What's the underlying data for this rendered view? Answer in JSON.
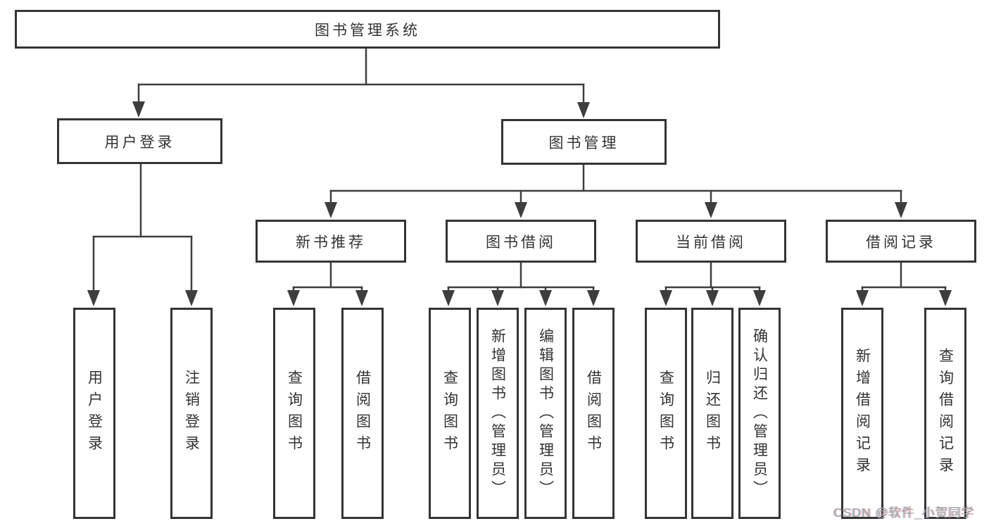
{
  "diagram": {
    "title": "图书管理系统",
    "children": [
      {
        "label": "用户登录",
        "children": [
          {
            "label": "用户登录"
          },
          {
            "label": "注销登录"
          }
        ]
      },
      {
        "label": "图书管理",
        "children": [
          {
            "label": "新书推荐",
            "children": [
              {
                "label": "查询图书"
              },
              {
                "label": "借阅图书"
              }
            ]
          },
          {
            "label": "图书借阅",
            "children": [
              {
                "label": "查询图书"
              },
              {
                "label": "新增图书（管理员）"
              },
              {
                "label": "编辑图书（管理员）"
              },
              {
                "label": "借阅图书"
              }
            ]
          },
          {
            "label": "当前借阅",
            "children": [
              {
                "label": "查询图书"
              },
              {
                "label": "归还图书"
              },
              {
                "label": "确认归还（管理员）"
              }
            ]
          },
          {
            "label": "借阅记录",
            "children": [
              {
                "label": "新增借阅记录"
              },
              {
                "label": "查询借阅记录"
              }
            ]
          }
        ]
      }
    ]
  },
  "watermark": {
    "text": "CSDN @软件_小贺同学"
  },
  "colors": {
    "line": "#3e3e40",
    "border": "#343436",
    "text": "#333333",
    "watermark": "#a5a5a5",
    "background": "#ffffff"
  }
}
